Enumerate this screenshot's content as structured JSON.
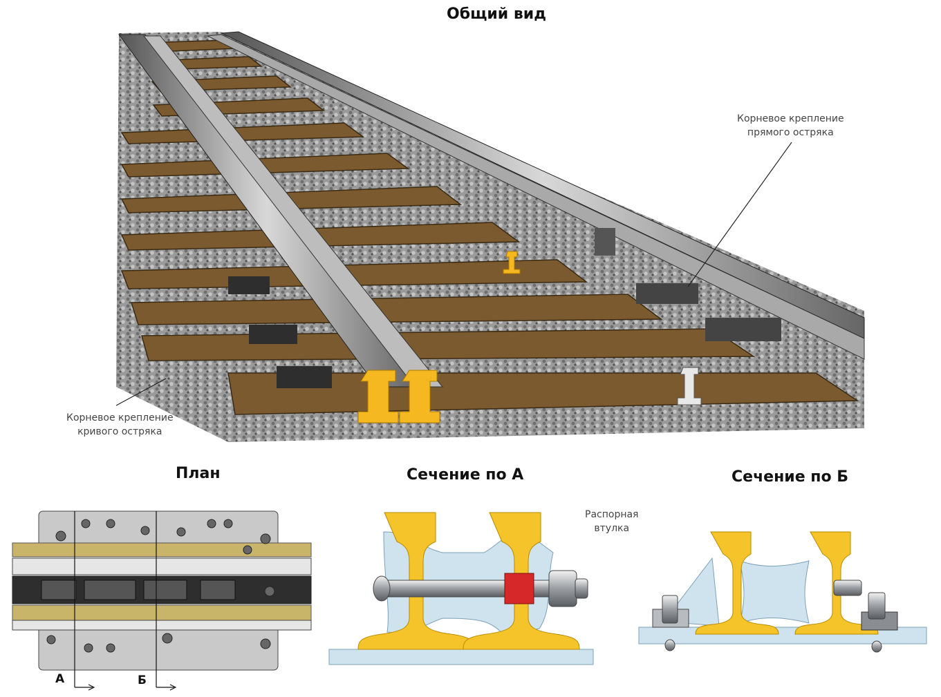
{
  "titles": {
    "general": "Общий вид",
    "plan": "План",
    "section_a": "Сечение по А",
    "section_b": "Сечение по Б"
  },
  "callouts": {
    "straight_root": [
      "Корневое крепление",
      "прямого остряка"
    ],
    "curved_root": [
      "Корневое крепление",
      "кривого остряка"
    ],
    "spacer": [
      "Распорная",
      "втулка"
    ]
  },
  "plan_marks": {
    "a": "А",
    "b": "Б"
  },
  "colors": {
    "rail_section": "#f5b820",
    "rail_section_dark": "#e0a010",
    "tie": "#7a5a2e",
    "ballast": "#8a8a8a",
    "steel": "#b8bcc0",
    "baseplate": "#cfe3ee",
    "spacer_red": "#d62828"
  }
}
